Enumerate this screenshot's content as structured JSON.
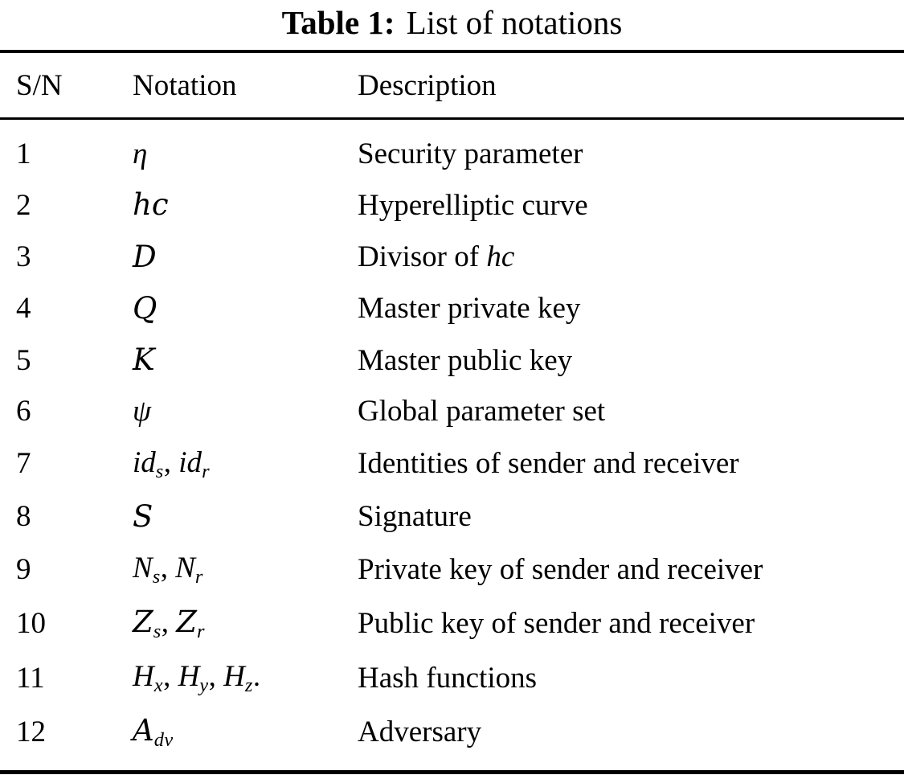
{
  "title": {
    "label": "Table 1:",
    "text": "List of notations"
  },
  "table": {
    "columns": [
      "S/N",
      "Notation",
      "Description"
    ],
    "rows": [
      {
        "sn": "1",
        "notation": [
          {
            "t": "η",
            "s": "i"
          }
        ],
        "description": [
          {
            "t": "Security parameter"
          }
        ]
      },
      {
        "sn": "2",
        "notation": [
          {
            "t": "hc",
            "s": "scr"
          }
        ],
        "description": [
          {
            "t": "Hyperelliptic curve"
          }
        ]
      },
      {
        "sn": "3",
        "notation": [
          {
            "t": "D",
            "s": "scr"
          }
        ],
        "description": [
          {
            "t": "Divisor of "
          },
          {
            "t": "hc",
            "s": "i"
          }
        ]
      },
      {
        "sn": "4",
        "notation": [
          {
            "t": "Q",
            "s": "scr"
          }
        ],
        "description": [
          {
            "t": "Master private key"
          }
        ]
      },
      {
        "sn": "5",
        "notation": [
          {
            "t": "K",
            "s": "scr"
          }
        ],
        "description": [
          {
            "t": "Master public key"
          }
        ]
      },
      {
        "sn": "6",
        "notation": [
          {
            "t": "ψ",
            "s": "i"
          }
        ],
        "description": [
          {
            "t": "Global parameter set"
          }
        ]
      },
      {
        "sn": "7",
        "notation": [
          {
            "t": "id",
            "s": "i"
          },
          {
            "t": "s",
            "s": "sub"
          },
          {
            "t": ", "
          },
          {
            "t": "id",
            "s": "i"
          },
          {
            "t": "r",
            "s": "sub"
          }
        ],
        "description": [
          {
            "t": "Identities of sender and receiver"
          }
        ]
      },
      {
        "sn": "8",
        "notation": [
          {
            "t": "S",
            "s": "scr"
          }
        ],
        "description": [
          {
            "t": "Signature"
          }
        ]
      },
      {
        "sn": "9",
        "notation": [
          {
            "t": "N",
            "s": "i"
          },
          {
            "t": "s",
            "s": "sub"
          },
          {
            "t": ", "
          },
          {
            "t": "N",
            "s": "i"
          },
          {
            "t": "r",
            "s": "sub"
          }
        ],
        "description": [
          {
            "t": "Private key of sender and receiver"
          }
        ]
      },
      {
        "sn": "10",
        "notation": [
          {
            "t": "Z",
            "s": "scr"
          },
          {
            "t": "s",
            "s": "sub"
          },
          {
            "t": ", "
          },
          {
            "t": "Z",
            "s": "scr"
          },
          {
            "t": "r",
            "s": "sub"
          }
        ],
        "description": [
          {
            "t": "Public key of sender and receiver"
          }
        ]
      },
      {
        "sn": "11",
        "notation": [
          {
            "t": "H",
            "s": "i"
          },
          {
            "t": "x",
            "s": "sub"
          },
          {
            "t": ", "
          },
          {
            "t": "H",
            "s": "i"
          },
          {
            "t": "y",
            "s": "sub"
          },
          {
            "t": ", "
          },
          {
            "t": "H",
            "s": "i"
          },
          {
            "t": "z",
            "s": "sub"
          },
          {
            "t": "."
          }
        ],
        "description": [
          {
            "t": "Hash functions"
          }
        ]
      },
      {
        "sn": "12",
        "notation": [
          {
            "t": "A",
            "s": "scr"
          },
          {
            "t": "dv",
            "s": "sub"
          }
        ],
        "description": [
          {
            "t": "Adversary"
          }
        ]
      }
    ]
  },
  "colors": {
    "background": "#ffffff",
    "text": "#000000",
    "rule": "#000000"
  }
}
